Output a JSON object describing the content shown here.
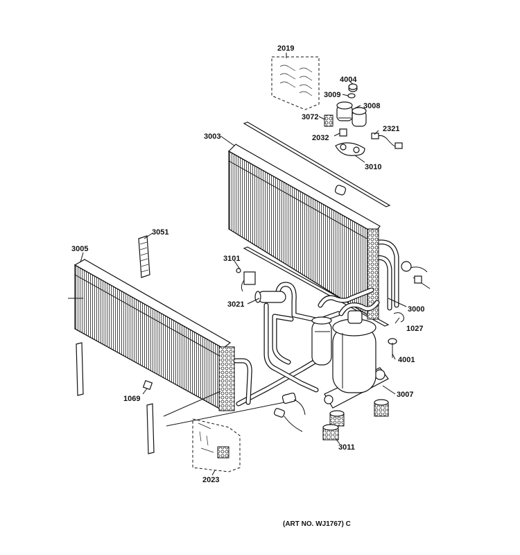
{
  "labels": {
    "p2019": "2019",
    "p4004": "4004",
    "p3009": "3009",
    "p3008": "3008",
    "p3072": "3072",
    "p2321": "2321",
    "p2032": "2032",
    "p3003": "3003",
    "p3010": "3010",
    "p3051": "3051",
    "p3005": "3005",
    "p3101": "3101",
    "p3021": "3021",
    "p3000": "3000",
    "p1027": "1027",
    "p4001": "4001",
    "p1069": "1069",
    "p3007": "3007",
    "p3011": "3011",
    "p2023": "2023"
  },
  "art_number": "(ART NO. WJ1767) C"
}
